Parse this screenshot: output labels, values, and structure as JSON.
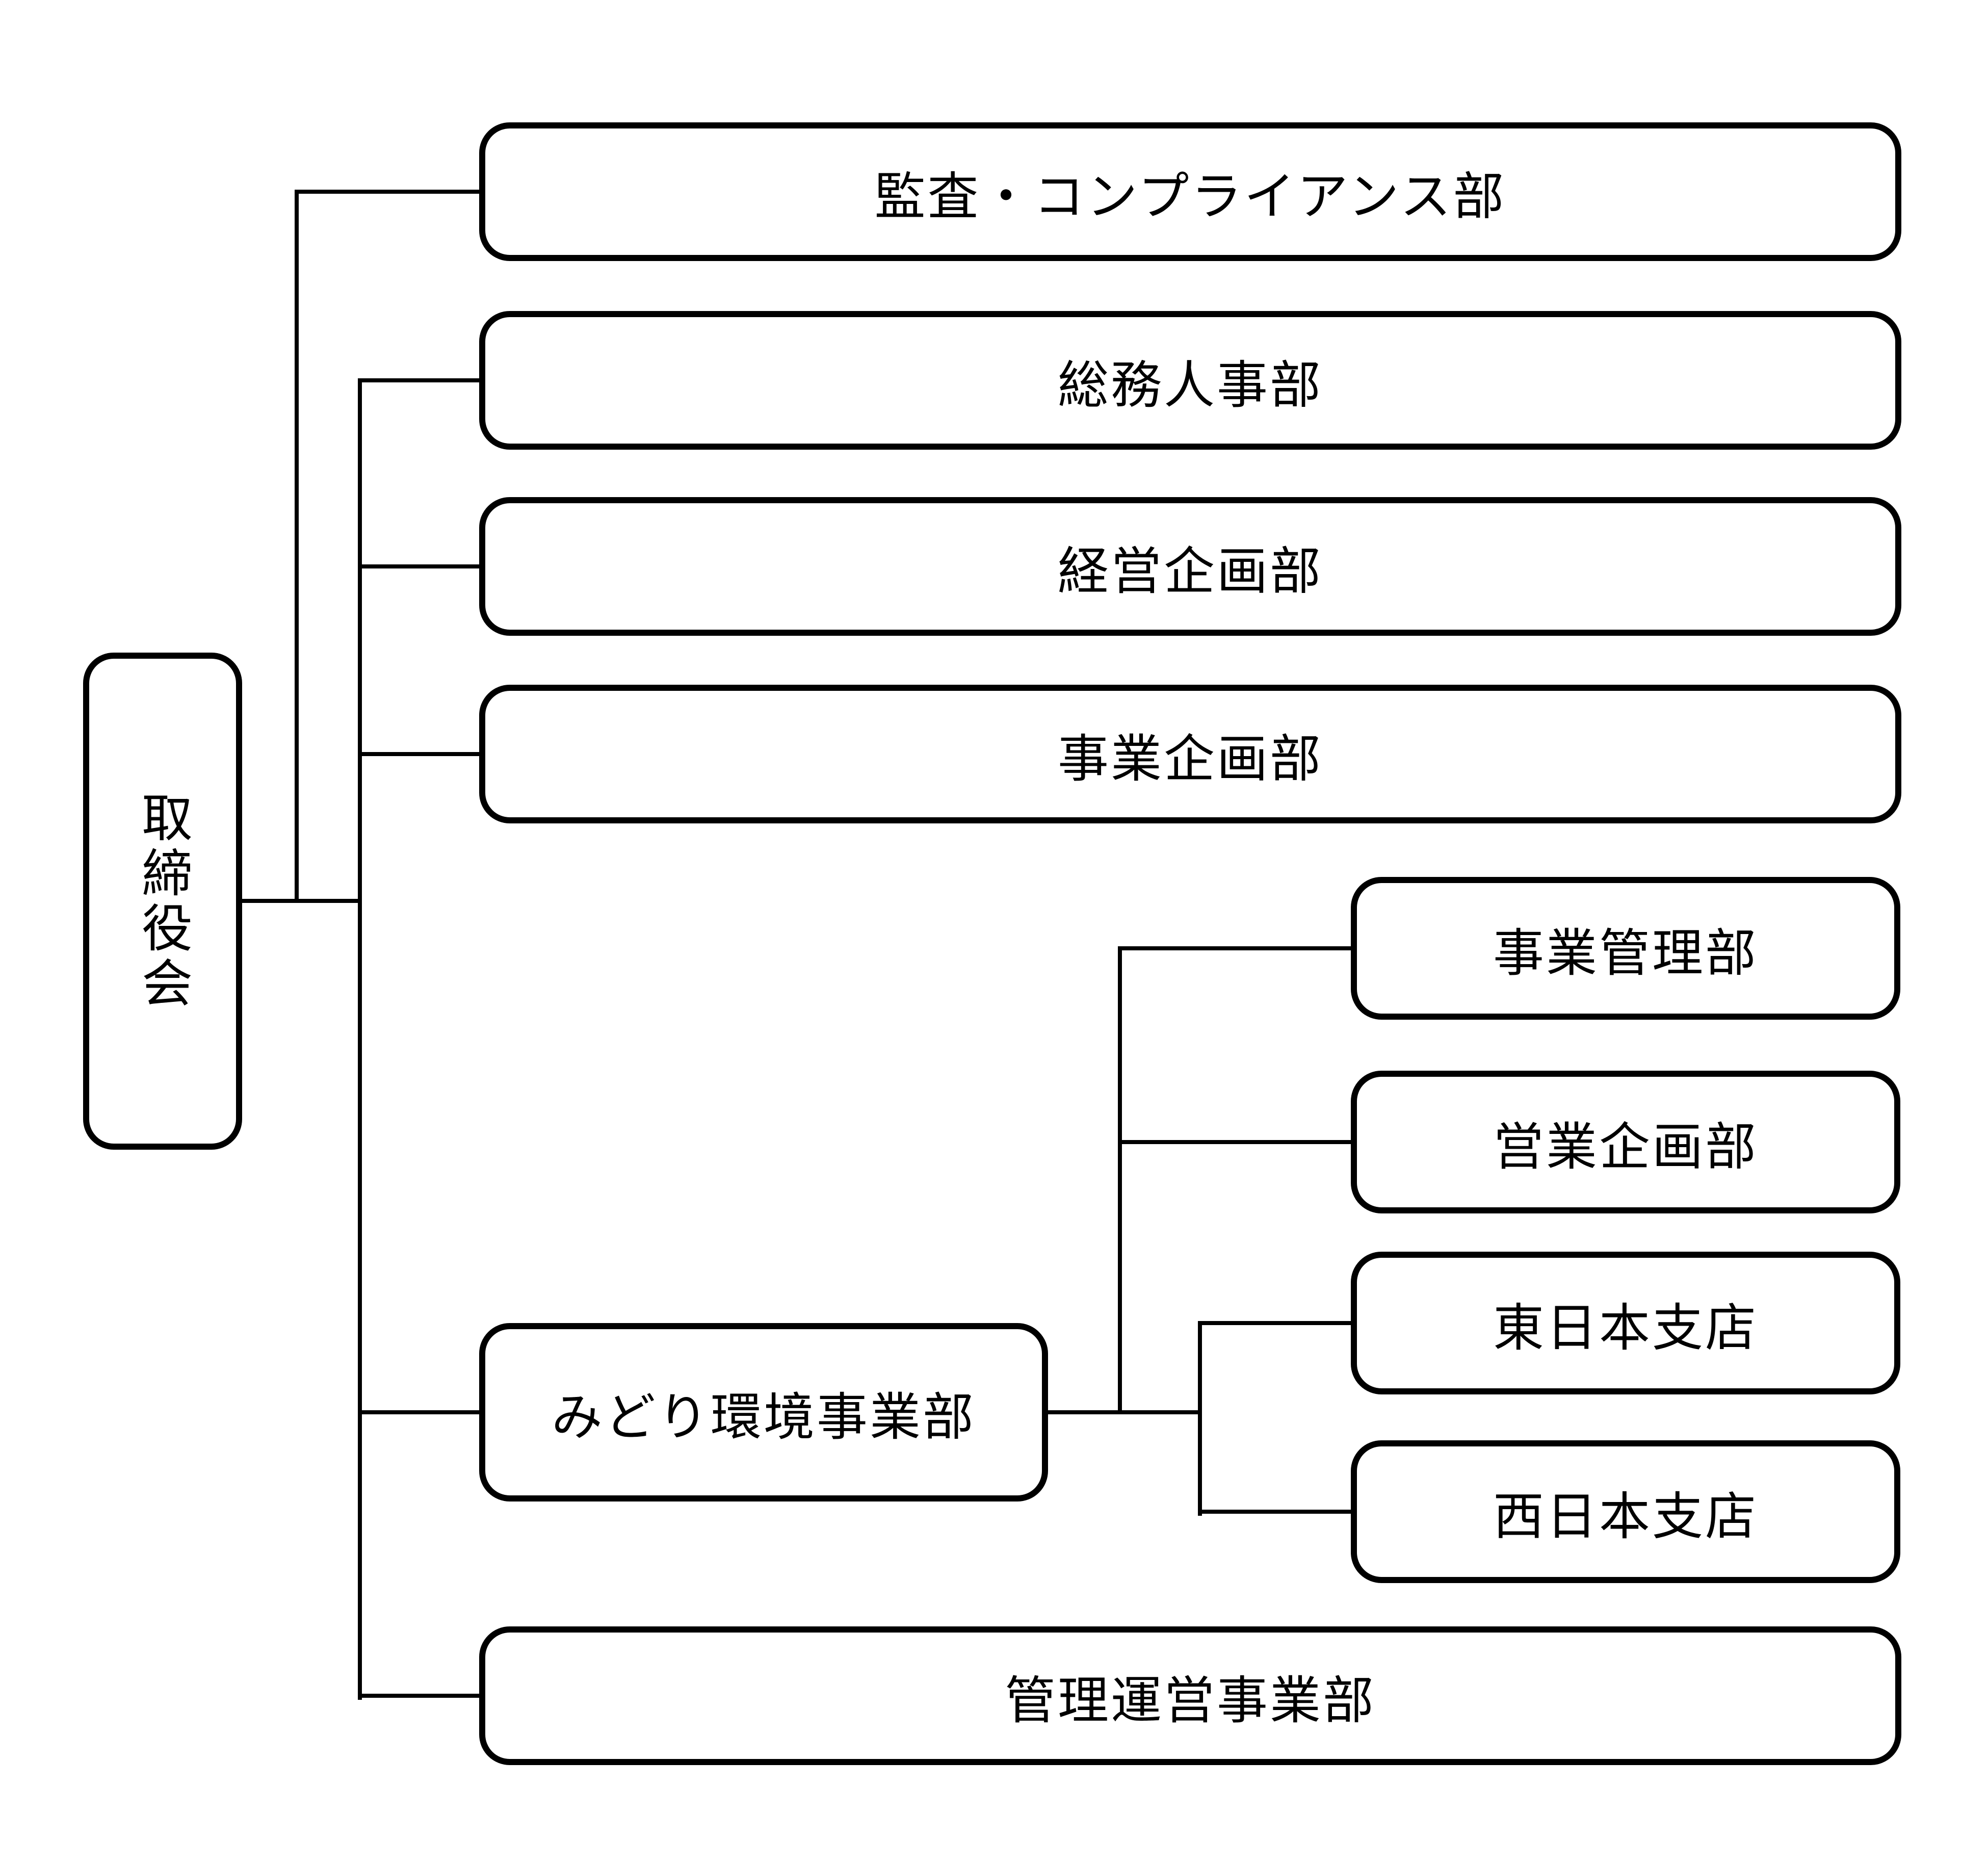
{
  "org_chart": {
    "type": "organization-chart",
    "colors": {
      "background": "#ffffff",
      "line": "#000000",
      "box_border": "#000000",
      "box_fill": "#ffffff",
      "text": "#000000"
    },
    "root": {
      "label": "取締役会"
    },
    "departments": [
      {
        "label": "監査・コンプライアンス部"
      },
      {
        "label": "総務人事部"
      },
      {
        "label": "経営企画部"
      },
      {
        "label": "事業企画部"
      },
      {
        "label": "みどり環境事業部",
        "children": [
          {
            "label": "事業管理部"
          },
          {
            "label": "営業企画部"
          },
          {
            "label": "東日本支店"
          },
          {
            "label": "西日本支店"
          }
        ]
      },
      {
        "label": "管理運営事業部"
      }
    ]
  }
}
